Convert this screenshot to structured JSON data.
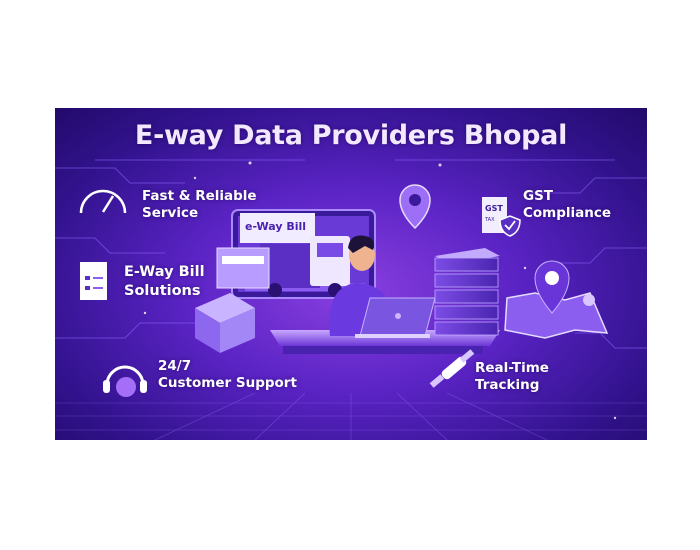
{
  "title": "E-way Data Providers Bhopal",
  "features": {
    "fast": {
      "line1": "Fast & Reliable",
      "line2": "Service",
      "icon": "speedometer-icon"
    },
    "ewaybill": {
      "line1": "E-Way Bill",
      "line2": "Solutions",
      "icon": "checklist-document-icon"
    },
    "support": {
      "line1": "24/7",
      "line2": "Customer Support",
      "icon": "headset-icon"
    },
    "gst": {
      "line1": "GST",
      "line2": "Compliance",
      "icon": "gst-shield-document-icon",
      "doc_label": "GST",
      "doc_sub": "TAX"
    },
    "tracking": {
      "line1": "Real-Time",
      "line2": "Tracking",
      "icon": "satellite-icon"
    }
  },
  "illustration": {
    "screen_label": "e-Way Bill"
  },
  "colors": {
    "background": "#4a1fb8",
    "accent": "#9b5cf0",
    "text": "#ffffff"
  }
}
